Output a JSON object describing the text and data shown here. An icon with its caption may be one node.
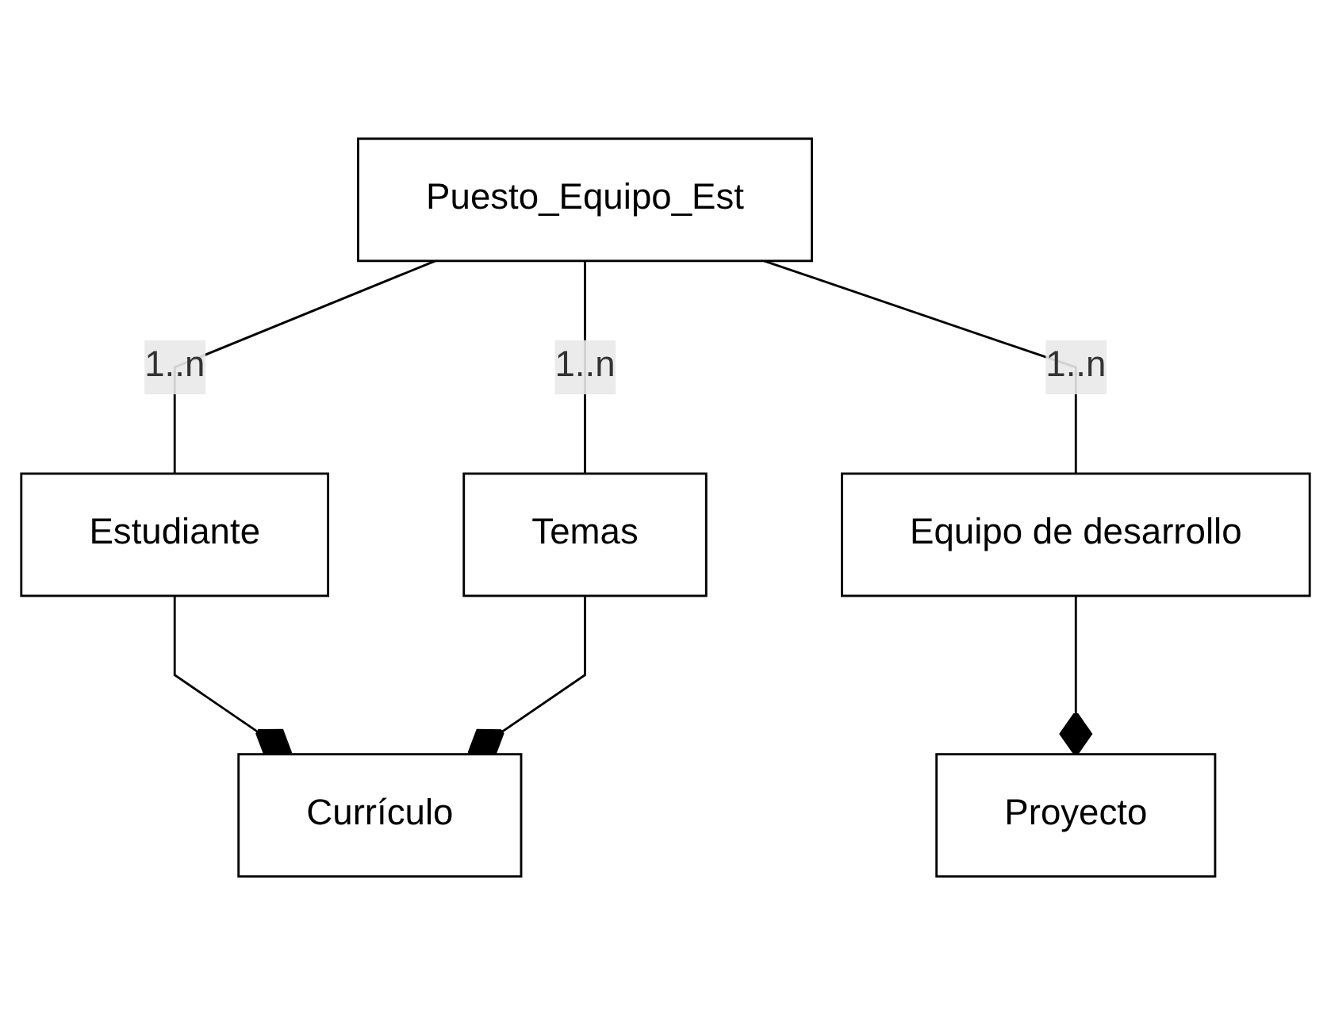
{
  "diagram": {
    "nodes": [
      {
        "text": [
          "Estudiante"
        ]
      },
      {
        "text": [
          "Currículo"
        ]
      },
      {
        "text": [
          "Puesto_Equipo_Est"
        ]
      },
      {
        "text": [
          "Temas"
        ]
      },
      {
        "text": [
          "Equipo de desarrollo"
        ]
      },
      {
        "text": [
          "Proyecto"
        ]
      }
    ],
    "edges": [
      {
        "from": 0,
        "to": 1,
        "arrow": "other"
      },
      {
        "from": 3,
        "to": 1,
        "arrow": "other"
      },
      {
        "from": 2,
        "to": 0,
        "arrow": "none",
        "label": "1..n"
      },
      {
        "from": 2,
        "to": 3,
        "arrow": "none",
        "label": "1..n"
      },
      {
        "from": 2,
        "to": 4,
        "arrow": "none",
        "label": "1..n"
      },
      {
        "from": 4,
        "to": 5,
        "arrow": "other"
      }
    ]
  }
}
